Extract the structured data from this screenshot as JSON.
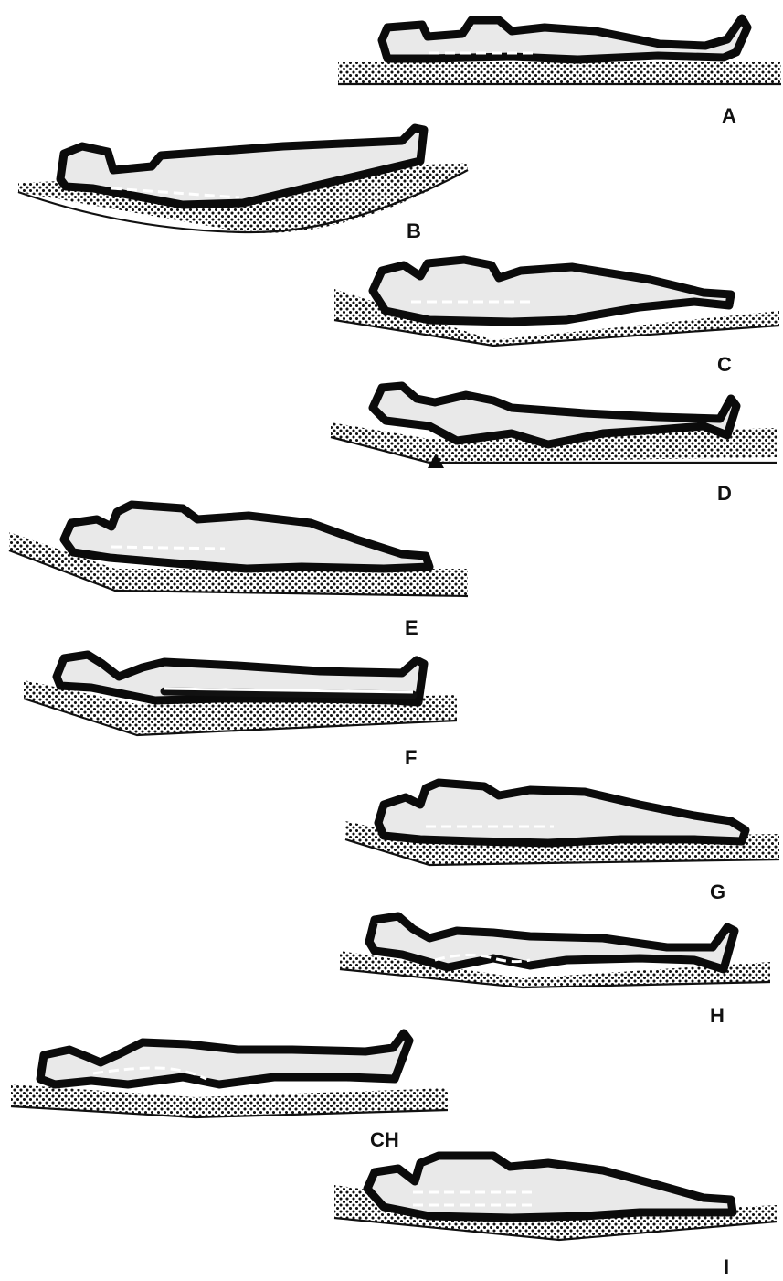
{
  "figure": {
    "labels": [
      "A",
      "B",
      "C",
      "D",
      "E",
      "F",
      "G",
      "H",
      "CH",
      "I"
    ]
  }
}
